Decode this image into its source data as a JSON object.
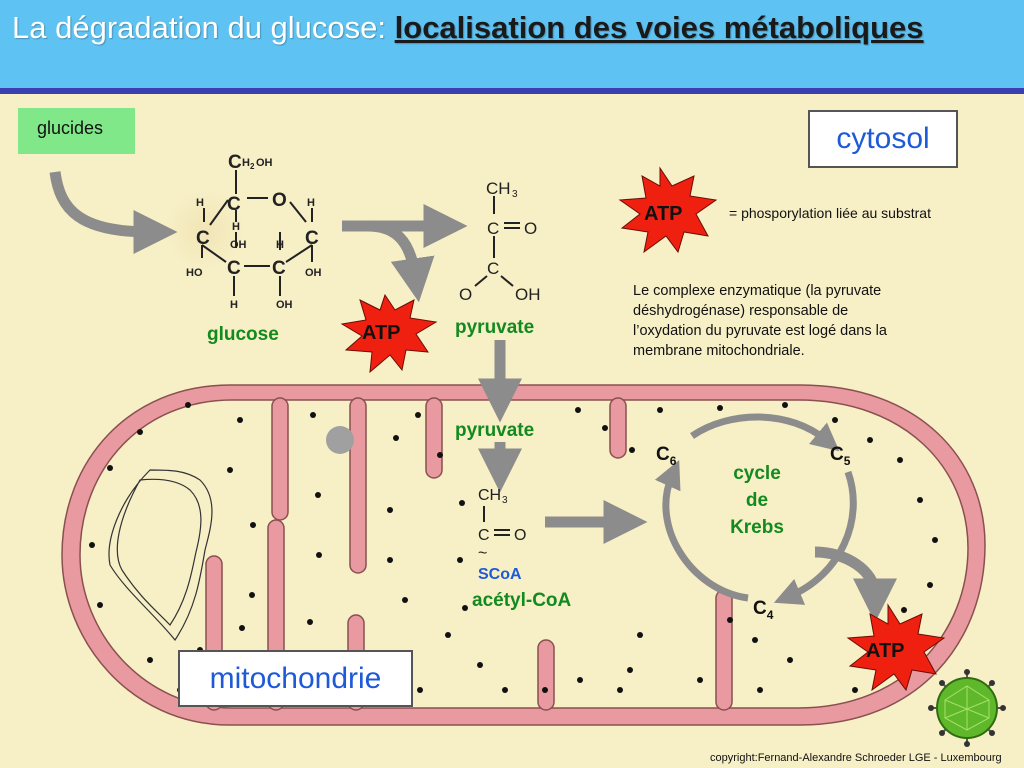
{
  "title": {
    "part1": "La dégradation du glucose: ",
    "part2": "localisation des voies métaboliques"
  },
  "labels": {
    "glucides": "glucides",
    "cytosol": "cytosol",
    "mitochondrie": "mitochondrie",
    "glucose": "glucose",
    "pyruvate_cytosol": "pyruvate",
    "pyruvate_mito": "pyruvate",
    "acetyl_coa": "acétyl-CoA",
    "scoa": "SCoA",
    "atp": "ATP",
    "cycle": "cycle",
    "de": "de",
    "krebs": "Krebs",
    "c6": "C",
    "c6_sub": "6",
    "c5": "C",
    "c5_sub": "5",
    "c4": "C",
    "c4_sub": "4"
  },
  "notes": {
    "atp_legend": "= phosporylation liée au substrat",
    "line1": "Le complexe enzymatique (la pyruvate",
    "line2": "déshydrogénase) responsable de",
    "line3": "l’oxydation du pyruvate est logé dans la",
    "line4": "membrane mitochondriale."
  },
  "copyright": "copyright:Fernand-Alexandre Schroeder LGE - Luxembourg",
  "colors": {
    "title_bg": "#5ec2f2",
    "title_rule": "#3b3fb0",
    "membrane": "#e89aa0",
    "matrix": "#f7efc6",
    "atp_star": "#f02010",
    "arrow": "#8c8c8c",
    "label_green": "#138a1f",
    "box_text_blue": "#1e5ad8"
  },
  "icons": [
    "atp-star-icon",
    "virus-icon",
    "arrow-icon"
  ]
}
